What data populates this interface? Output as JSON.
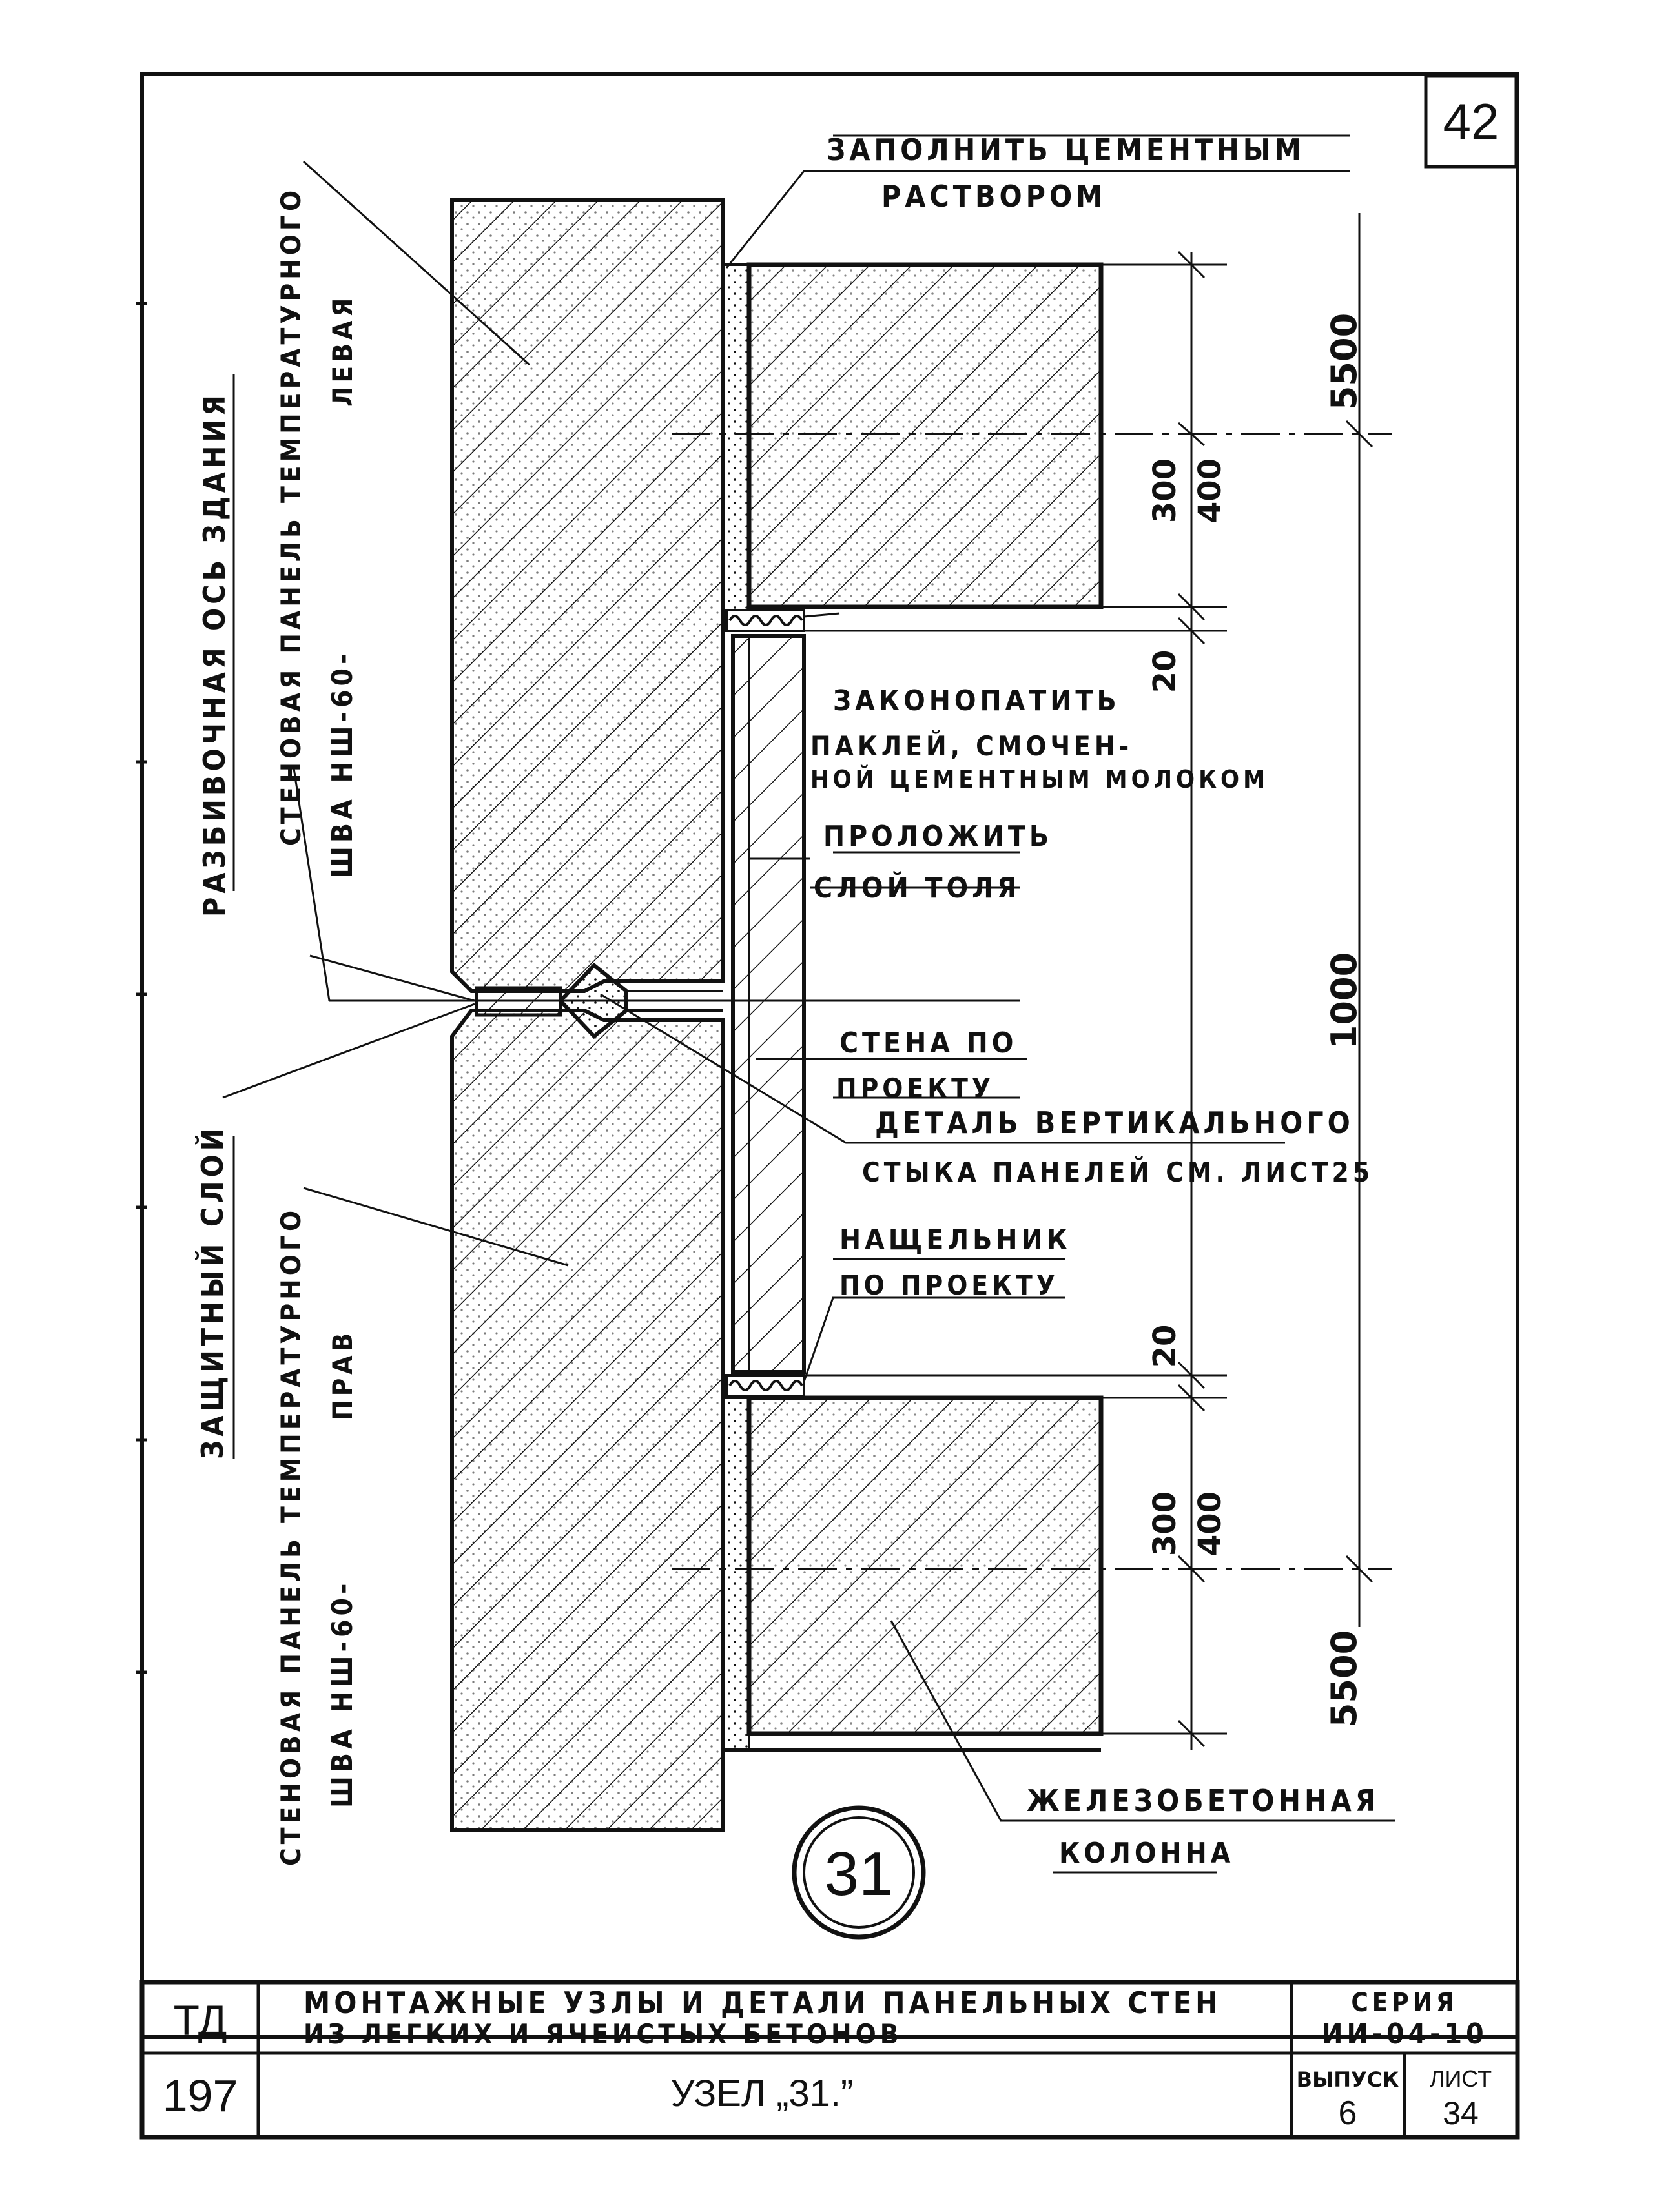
{
  "sheet_number": "42",
  "labels": {
    "fill_mortar_1": "ЗАПОЛНИТЬ ЦЕМЕНТНЫМ",
    "fill_mortar_2": "РАСТВОРОМ",
    "caulk_1": "ЗАКОНОПАТИТЬ",
    "caulk_2": "ПАКЛЕЙ, СМОЧЕН-",
    "caulk_3": "НОЙ ЦЕМЕНТНЫМ МОЛОКОМ",
    "roofing_1": "ПРОЛОЖИТЬ",
    "roofing_2": "СЛОЙ ТОЛЯ",
    "wall_1": "СТЕНА ПО",
    "wall_2": "ПРОЕКТУ",
    "detail_1": "ДЕТАЛЬ ВЕРТИКАЛЬНОГО",
    "detail_2": "СТЫКА ПАНЕЛЕЙ СМ. ЛИСТ25",
    "casing_1": "НАЩЕЛЬНИК",
    "casing_2": "ПО ПРОЕКТУ",
    "column_1": "ЖЕЛЕЗОБЕТОННАЯ",
    "column_2": "КОЛОННА",
    "axis": "РАЗБИВОЧНАЯ ОСЬ ЗДАНИЯ",
    "left_panel_1": "СТЕНОВАЯ ПАНЕЛЬ ТЕМПЕРАТУРНОГО",
    "left_panel_2": "ШВА НШ-60-",
    "left_panel_3": "ЛЕВАЯ",
    "protective_layer": "ЗАЩИТНЫЙ СЛОЙ",
    "right_panel_1": "СТЕНОВАЯ ПАНЕЛЬ ТЕМПЕРАТУРНОГО",
    "right_panel_2": "ШВА НШ-60-",
    "right_panel_3": "ПРАВ",
    "node_number": "31"
  },
  "dimensions": {
    "top_outer": "5500",
    "top_300": "300",
    "top_400": "400",
    "gap_top": "20",
    "middle": "1000",
    "gap_bottom": "20",
    "bottom_300": "300",
    "bottom_400": "400",
    "bottom_outer": "5500"
  },
  "title_block": {
    "code": "ТД",
    "number": "197",
    "title_1": "МОНТАЖНЫЕ УЗЛЫ И ДЕТАЛИ ПАНЕЛЬНЫХ СТЕН",
    "title_2": "ИЗ ЛЕГКИХ И ЯЧЕИСТЫХ БЕТОНОВ",
    "node": "УЗЕЛ „31.”",
    "series_label": "СЕРИЯ",
    "series_value": "ИИ-04-10",
    "issue_label": "ВЫПУСК",
    "issue_value": "6",
    "sheet_label": "ЛИСТ",
    "sheet_value": "34"
  }
}
